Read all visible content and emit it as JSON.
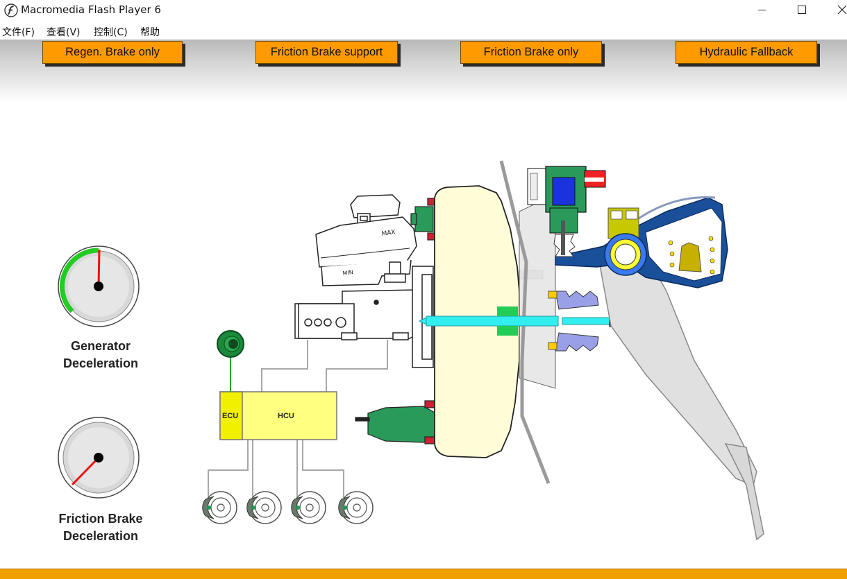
{
  "window": {
    "title": "Macromedia Flash Player 6",
    "controls": {
      "minimize": "minimize",
      "maximize": "maximize",
      "close": "close"
    }
  },
  "menu": {
    "items": [
      "文件(F)",
      "查看(V)",
      "控制(C)",
      "帮助"
    ]
  },
  "modes": {
    "buttons": [
      "Regen. Brake only",
      "Friction Brake support",
      "Friction Brake only",
      "Hydraulic Fallback"
    ]
  },
  "gauges": {
    "generator": {
      "label_line1": "Generator",
      "label_line2": "Deceleration"
    },
    "friction": {
      "label_line1": "Friction Brake",
      "label_line2": "Deceleration"
    }
  },
  "units": {
    "ecu": "ECU",
    "hcu": "HCU"
  },
  "colors": {
    "button_orange": "#ff9a00",
    "booster_cream": "#fffcd8",
    "unit_yellow": "#ffff80",
    "gauge_green": "#22cc22",
    "needle_red": "#ee1111",
    "pedal_blue": "#1a4f9a",
    "push_rod_cyan": "#33eeee",
    "sensor_green": "#1a9a50",
    "bottom_bar": "#f0a000"
  }
}
